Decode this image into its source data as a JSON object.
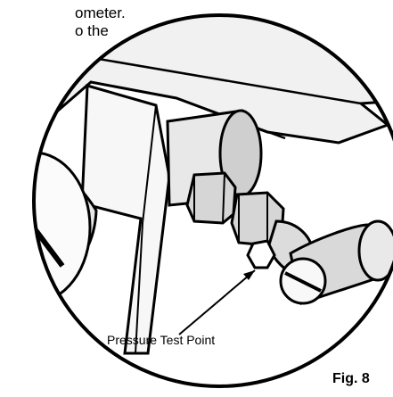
{
  "text_top_line1": "ometer.",
  "text_top_line2": "o the",
  "callout_label": "Pressure Test Point",
  "figure_label": "Fig. 8",
  "colors": {
    "ink": "#000000",
    "paper": "#ffffff",
    "shade": "#d9d9d9"
  }
}
